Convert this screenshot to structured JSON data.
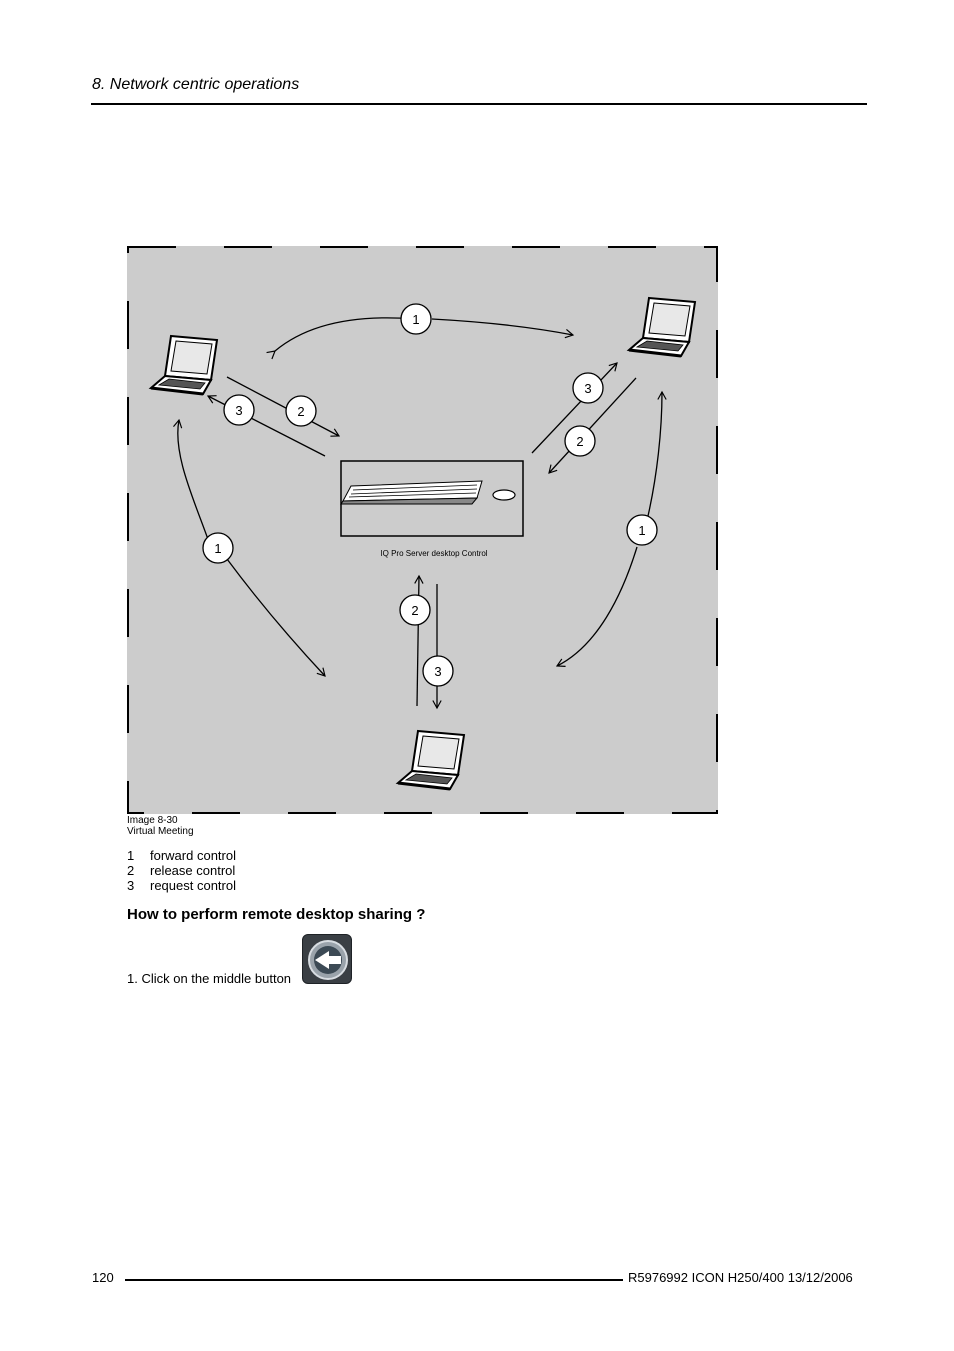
{
  "header": {
    "title": "8.  Network centric operations"
  },
  "figure": {
    "center_label": "IQ Pro Server desktop Control",
    "arrow_labels": {
      "top": "1",
      "left_side": "1",
      "right_side": "1",
      "left_3": "3",
      "left_2": "2",
      "right_3": "3",
      "right_2": "2",
      "bottom_2": "2",
      "bottom_3": "3"
    },
    "caption_line1": "Image 8-30",
    "caption_line2": "Virtual Meeting",
    "colors": {
      "background": "#cccccc",
      "stroke": "#000000"
    }
  },
  "legend": [
    {
      "num": "1",
      "text": "forward control"
    },
    {
      "num": "2",
      "text": "release control"
    },
    {
      "num": "3",
      "text": "request control"
    }
  ],
  "section": {
    "heading": "How to perform remote desktop sharing ?"
  },
  "step": {
    "text": "1.  Click on the middle button"
  },
  "footer": {
    "page": "120",
    "doc": "R5976992   ICON H250/400  13/12/2006"
  }
}
